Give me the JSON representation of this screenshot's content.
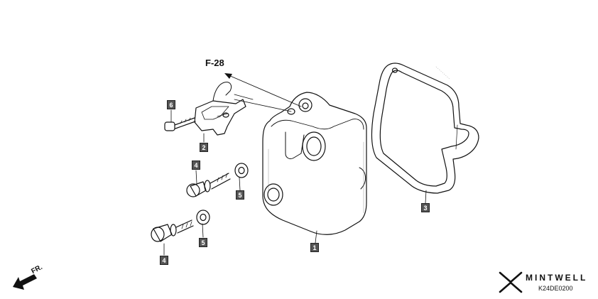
{
  "reference": {
    "label": "F-28"
  },
  "direction": {
    "label": "FR."
  },
  "parts": [
    {
      "callout": "1",
      "name": "cylinder head cover"
    },
    {
      "callout": "2",
      "name": "clamp"
    },
    {
      "callout": "3",
      "name": "gasket"
    },
    {
      "callout": "4",
      "name": "bolt"
    },
    {
      "callout": "5",
      "name": "washer"
    },
    {
      "callout": "6",
      "name": "bolt"
    }
  ],
  "callouts": {
    "c1": "1",
    "c2": "2",
    "c3": "3",
    "c4a": "4",
    "c4b": "4",
    "c5a": "5",
    "c5b": "5",
    "c6": "6"
  },
  "brand": {
    "name": "MINTWELL",
    "code": "K24DE0200"
  }
}
